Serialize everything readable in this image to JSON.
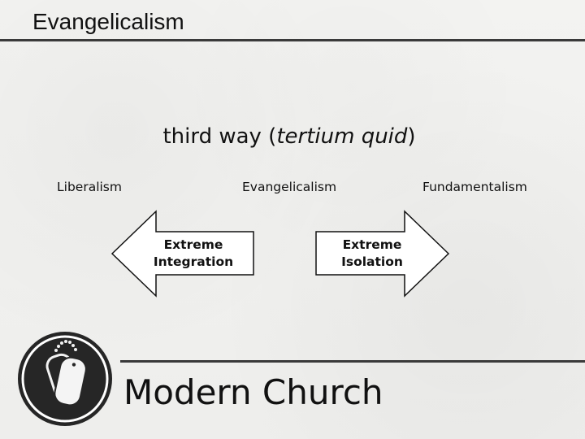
{
  "header": {
    "title": "Evangelicalism"
  },
  "diagram": {
    "subtitle_prefix": "third way (",
    "subtitle_italic": "tertium quid",
    "subtitle_suffix": ")",
    "positions": {
      "left": "Liberalism",
      "center": "Evangelicalism",
      "right": "Fundamentalism"
    },
    "left_arrow": {
      "line1": "Extreme",
      "line2": "Integration"
    },
    "right_arrow": {
      "line1": "Extreme",
      "line2": "Isolation"
    }
  },
  "footer": {
    "title": "Modern Church",
    "logo_icon": "dog-tags-icon"
  },
  "colors": {
    "text": "#111111",
    "rule": "#3a3a3a",
    "background": "#f1f1ef",
    "logo_dark": "#262626"
  }
}
